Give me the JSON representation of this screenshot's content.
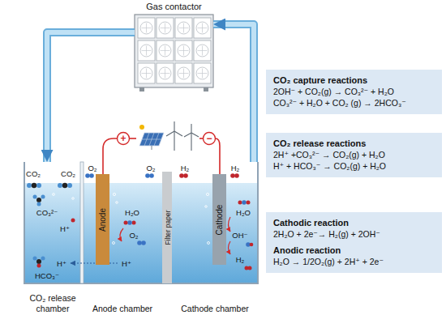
{
  "diagram": {
    "nodes": [
      {
        "text": [
          "Gas contactor"
        ]
      },
      {
        "text": [
          "CO₂ release chamber"
        ]
      },
      {
        "text": [
          "Anode chamber"
        ]
      },
      {
        "text": [
          "Cathode chamber"
        ]
      },
      {
        "text": [
          "Anode"
        ],
        "in": 2
      },
      {
        "text": [
          "Filter paper"
        ]
      },
      {
        "text": [
          "Cathode"
        ],
        "in": 3
      },
      {
        "text": [
          "CO₂ capture reactions",
          "2OH⁻ + CO₂(g) → CO₃²⁻ + H₂O",
          "CO₃²⁻ + H₂O + CO₂ (g) → 2HCO₃⁻"
        ]
      },
      {
        "text": [
          "CO₂ release reactions",
          "2H⁺ +CO₃²⁻ → CO₂(g) + H₂O",
          "H⁺ + HCO₃⁻ → CO₂(g) + H₂O"
        ]
      },
      {
        "text": [
          "Cathodic reaction",
          "2H₂O + 2e⁻→ H₂(g) + 2OH⁻",
          "Anodic reaction",
          "H₂O → 1/2O₂(g) + 2H⁺ + 2e⁻"
        ]
      }
    ],
    "edges": [
      {
        "from": 0,
        "to": 1,
        "arrow": "to"
      },
      {
        "from": 3,
        "to": 0,
        "arrow": "to"
      }
    ],
    "labels": [
      "CO₂",
      "CO₂",
      "O₂",
      "O₂",
      "H₂",
      "H₂",
      "+",
      "−",
      "CO₃²⁻",
      "H⁺",
      "H⁺",
      "HCO₃⁻",
      "H₂O",
      "O₂",
      "H⁺",
      "H₂O",
      "OH⁻",
      "H₂"
    ]
  }
}
